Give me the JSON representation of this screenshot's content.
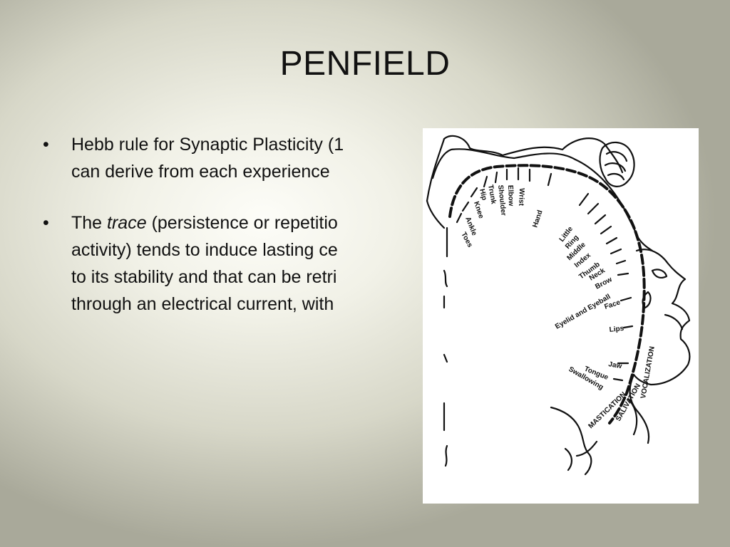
{
  "slide": {
    "title": "PENFIELD",
    "bullets": [
      {
        "lines": [
          {
            "plain": "Hebb rule for Synaptic Plasticity (1"
          },
          {
            "plain": "can derive from each experience"
          }
        ]
      },
      {
        "lines": [
          {
            "pre": "The ",
            "em": "trace",
            "post": " (persistence or repetitio"
          },
          {
            "plain": "activity) tends to induce lasting ce"
          },
          {
            "plain": "to its stability and that can be retri"
          },
          {
            "plain": "through an electrical current, with"
          }
        ]
      }
    ]
  },
  "homunculus": {
    "labels": {
      "toes": "Toes",
      "ankle": "Ankle",
      "knee": "Knee",
      "hip": "Hip",
      "trunk": "Trunk",
      "shoulder": "Shoulder",
      "elbow": "Elbow",
      "wrist": "Wrist",
      "hand": "Hand",
      "little": "Little",
      "ring": "Ring",
      "middle": "Middle",
      "index": "Index",
      "thumb": "Thumb",
      "neck": "Neck",
      "brow": "Brow",
      "eyelid": "Eyelid and Eyeball",
      "face": "Face",
      "lips": "Lips",
      "jaw": "Jaw",
      "tongue": "Tongue",
      "swallowing": "Swallowing",
      "mastication": "MASTICATION",
      "salivation": "SALIVATION",
      "vocalization": "VOCALIZATION"
    }
  }
}
